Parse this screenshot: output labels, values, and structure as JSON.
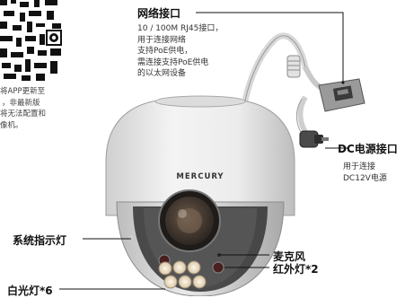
{
  "qr_notice": {
    "lines": [
      "将APP更新至",
      "，非最新版",
      "将无法配置和",
      "像机。"
    ]
  },
  "camera": {
    "brand": "MERCURY"
  },
  "callouts": {
    "network": {
      "title": "网络接口",
      "desc": [
        "10 / 100M RJ45接口，",
        "用于连接网络",
        "支持PoE供电，",
        "需连接支持PoE供电",
        "的以太网设备"
      ]
    },
    "dc": {
      "title": "DC电源接口",
      "desc": [
        "用于连接",
        "DC12V电源"
      ]
    },
    "status_light": "系统指示灯",
    "microphone": "麦克风",
    "ir_light": "红外灯*2",
    "white_light": "白光灯*6"
  }
}
